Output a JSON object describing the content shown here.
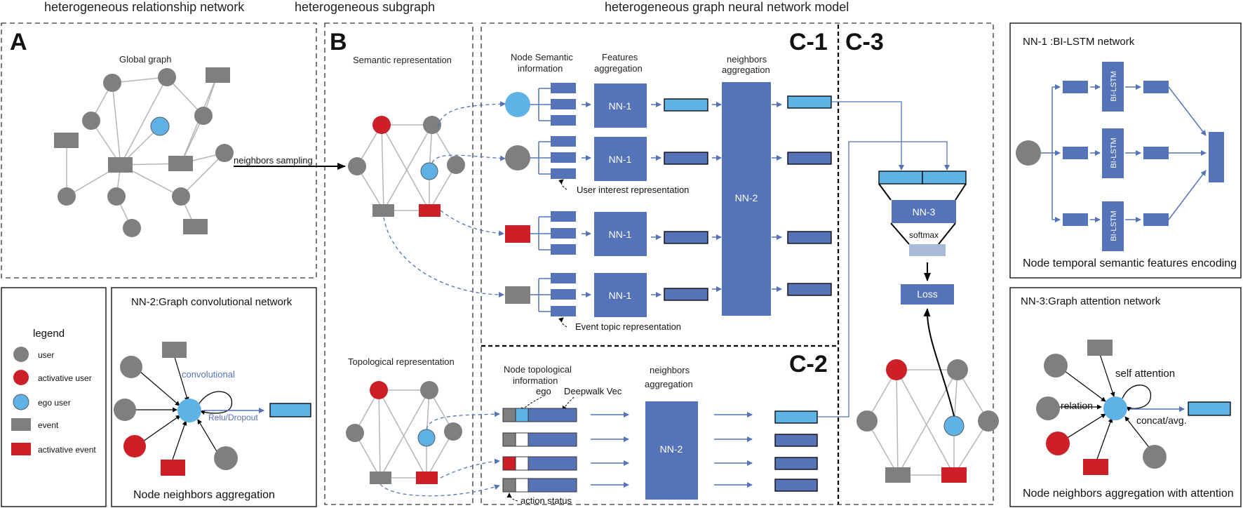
{
  "headers": {
    "h1": "heterogeneous relationship network",
    "h2": "heterogeneous subgraph",
    "h3": "heterogeneous graph neural network model"
  },
  "panels": {
    "a": "A",
    "b": "B",
    "c1": "C-1",
    "c2": "C-2",
    "c3": "C-3"
  },
  "panelA": {
    "global_graph": "Global graph",
    "neighbors_sampling": "neighbors sampling"
  },
  "panelB": {
    "semantic": "Semantic representation",
    "topological": "Topological  representation"
  },
  "c1": {
    "node_semantic_1": "Node Semantic",
    "node_semantic_2": "information",
    "features_1": "Features",
    "features_2": "aggregation",
    "neighbors_1": "neighbors",
    "neighbors_2": "aggregation",
    "nn1": "NN-1",
    "nn2": "NN-2",
    "user_interest": "User interest representation",
    "event_topic": "Event topic representation"
  },
  "c2": {
    "node_topo_1": "Node topological",
    "node_topo_2": "information",
    "ego": "ego",
    "deepwalk": "Deepwalk Vec",
    "neighbors_1": "neighbors",
    "neighbors_2": "aggregation",
    "nn2": "NN-2",
    "action_status": "action status"
  },
  "c3": {
    "nn3": "NN-3",
    "softmax": "softmax",
    "loss": "Loss"
  },
  "legend": {
    "title": "legend",
    "user": "user",
    "activative_user": "activative user",
    "ego_user": "ego  user",
    "event": "event",
    "activative_event": "activative event"
  },
  "nn2box": {
    "title": "NN-2:Graph convolutional network",
    "convolutional": "convolutional",
    "relu": "Relu/Dropout",
    "caption": "Node neighbors aggregation"
  },
  "nn1box": {
    "title": "NN-1 :BI-LSTM network",
    "bilstm": "BI-LSTM",
    "caption": "Node temporal semantic features encoding"
  },
  "nn3box": {
    "title": "NN-3:Graph attention network",
    "self_attention": "self attention",
    "relation": "relation",
    "concat": "concat/avg.",
    "caption": "Node neighbors aggregation with attention"
  },
  "colors": {
    "gray": "#7f7f7f",
    "red": "#cc1f27",
    "lightblue": "#5fb2e6",
    "blue": "#5573b8",
    "dark": "#000000"
  }
}
